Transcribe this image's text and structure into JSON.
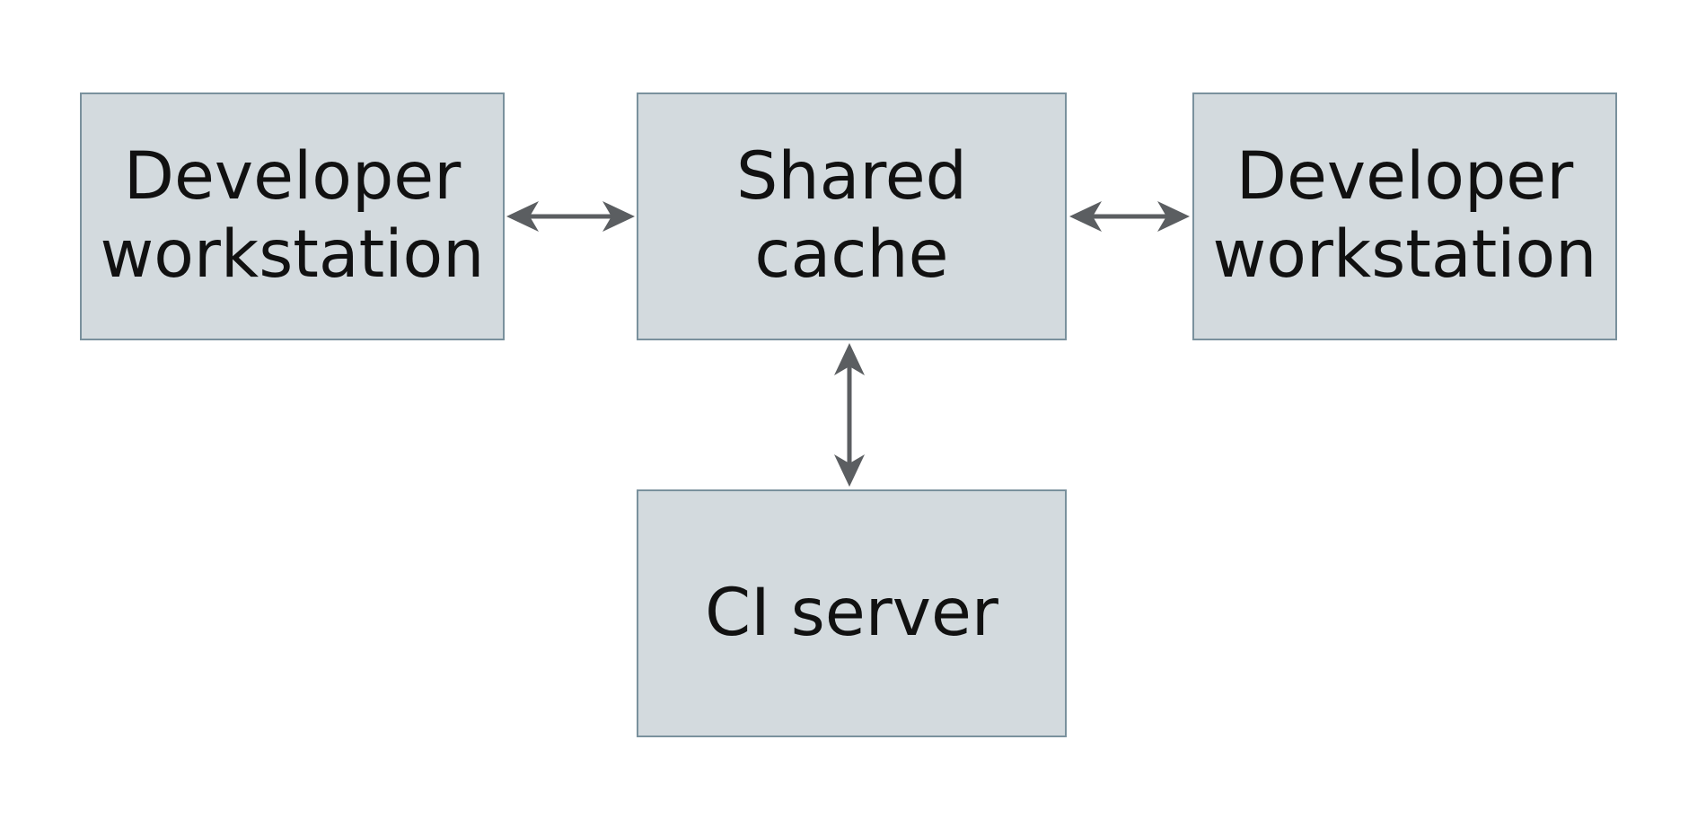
{
  "diagram": {
    "type": "architecture-diagram",
    "colors": {
      "background": "#ffffff",
      "node_fill": "#d3dade",
      "node_border": "#7a919d",
      "arrow": "#5b5e61",
      "text": "#111111"
    },
    "nodes": [
      {
        "id": "developer-workstation-left",
        "label": "Developer workstation",
        "lines": [
          "Developer",
          "workstation"
        ]
      },
      {
        "id": "shared-cache",
        "label": "Shared cache",
        "lines": [
          "Shared",
          "cache"
        ]
      },
      {
        "id": "developer-workstation-right",
        "label": "Developer workstation",
        "lines": [
          "Developer",
          "workstation"
        ]
      },
      {
        "id": "ci-server",
        "label": "CI server",
        "lines": [
          "CI server"
        ]
      }
    ],
    "edges": [
      {
        "from": "developer-workstation-left",
        "to": "shared-cache",
        "direction": "bidirectional",
        "style": "dart-arrowheads"
      },
      {
        "from": "shared-cache",
        "to": "developer-workstation-right",
        "direction": "bidirectional",
        "style": "dart-arrowheads"
      },
      {
        "from": "shared-cache",
        "to": "ci-server",
        "direction": "bidirectional",
        "style": "dart-arrowheads"
      }
    ]
  }
}
